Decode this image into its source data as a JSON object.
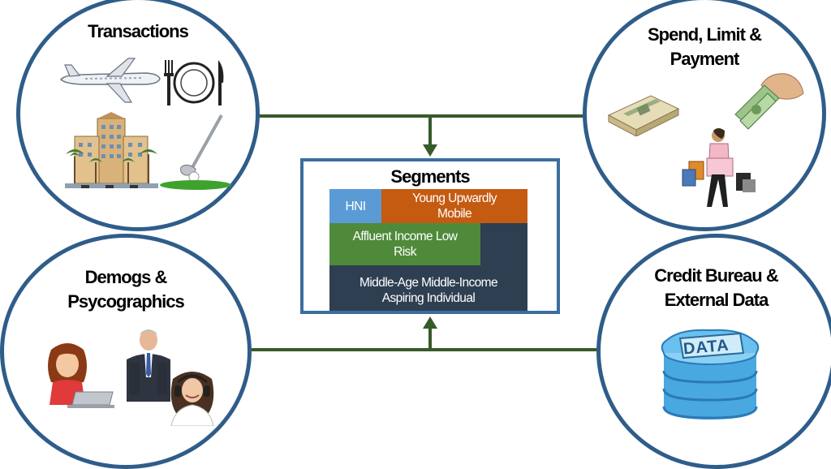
{
  "diagram": {
    "circles": {
      "transactions": {
        "title": "Transactions"
      },
      "spend": {
        "title_line1": "Spend, Limit &",
        "title_line2": "Payment"
      },
      "demogs": {
        "title_line1": "Demogs &",
        "title_line2": "Psycographics"
      },
      "credit": {
        "title_line1": "Credit Bureau &",
        "title_line2": "External Data",
        "data_label": "DATA"
      }
    },
    "segments": {
      "title": "Segments",
      "blocks": {
        "hni": "HNI",
        "young_line1": "Young Upwardly",
        "young_line2": "Mobile",
        "affluent_line1": "Affluent Income Low",
        "affluent_line2": "Risk",
        "middle_line1": "Middle-Age Middle-Income",
        "middle_line2": "Aspiring Individual"
      }
    },
    "colors": {
      "circle_border": "#2f5d8a",
      "connector": "#375a2a",
      "segment_border": "#3b6e9e",
      "hni": "#5b9bd5",
      "young": "#c55a11",
      "affluent": "#4f8a3a",
      "middle": "#2e3f52"
    }
  }
}
